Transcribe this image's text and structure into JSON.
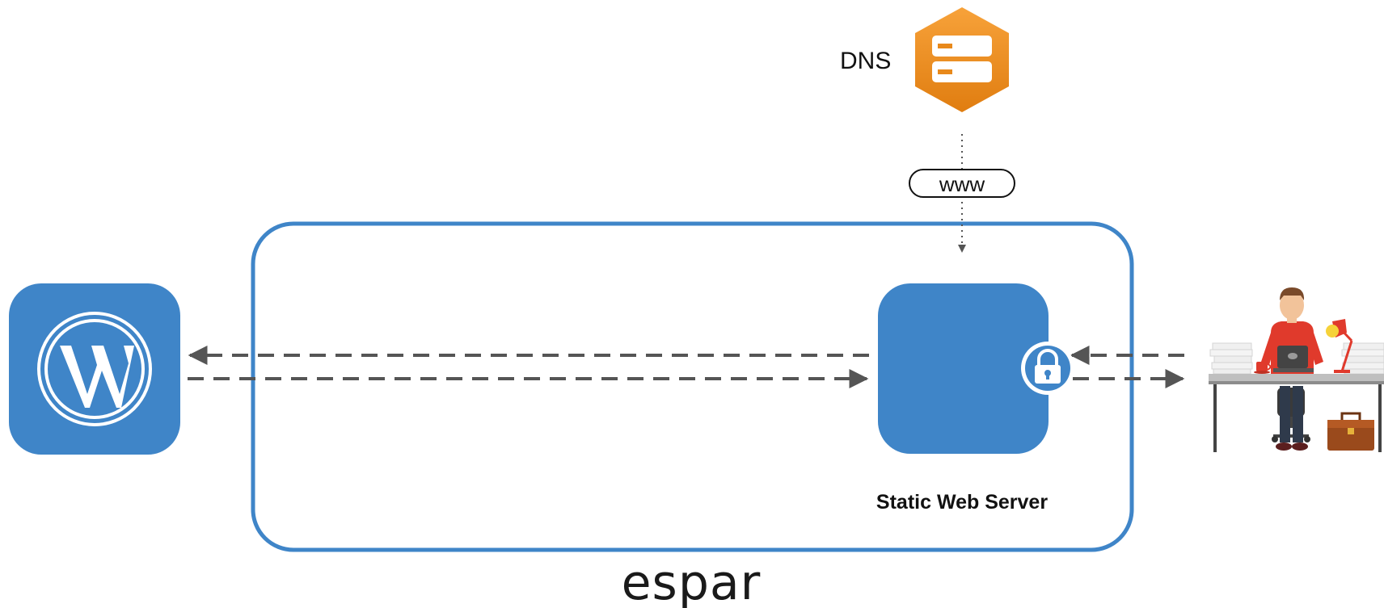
{
  "dns": {
    "label": "DNS",
    "icon": "dns-server-icon",
    "color_top": "#f7a23a",
    "color_bottom": "#e07d10"
  },
  "www_label": "www",
  "server": {
    "label": "Static Web Server",
    "color": "#3f85c8",
    "lock_icon": "padlock-icon"
  },
  "wordpress": {
    "icon": "wordpress-logo-icon",
    "color": "#3f85c8"
  },
  "user": {
    "icon": "developer-at-desk-illustration"
  },
  "container": {
    "border_color": "#3f85c8"
  },
  "brand": {
    "text": "espar"
  },
  "connections": [
    {
      "from": "static-web-server",
      "to": "wordpress",
      "style": "dashed"
    },
    {
      "from": "wordpress",
      "to": "static-web-server",
      "style": "dashed"
    },
    {
      "from": "user",
      "to": "static-web-server",
      "style": "dashed"
    },
    {
      "from": "static-web-server",
      "to": "user",
      "style": "dashed"
    },
    {
      "from": "dns",
      "to": "static-web-server",
      "style": "dotted"
    }
  ]
}
